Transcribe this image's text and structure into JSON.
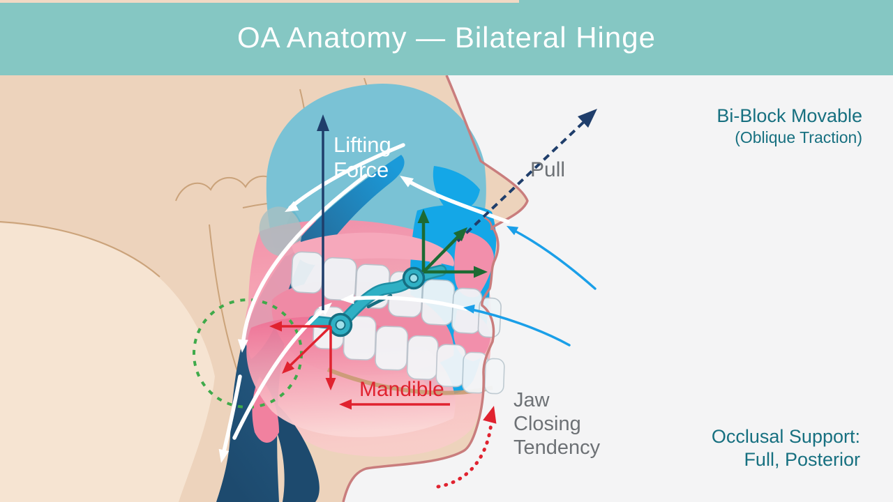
{
  "title": "OA Anatomy — Bilateral Hinge",
  "labels": {
    "lifting_force_line1": "Lifting",
    "lifting_force_line2": "Force",
    "pull": "Pull",
    "bi_block_line1": "Bi-Block Movable",
    "bi_block_line2": "(Oblique Traction)",
    "mandible": "Mandible",
    "jaw_closing_line1": "Jaw",
    "jaw_closing_line2": "Closing",
    "jaw_closing_line3": "Tendency",
    "occlusal_line1": "Occlusal Support:",
    "occlusal_line2": "Full, Posterior"
  },
  "colors": {
    "title_bar_bg": "#85c7c3",
    "title_text": "#ffffff",
    "teal_label": "#177080",
    "gray_label": "#6d7175",
    "red": "#e0222f",
    "dark_green": "#1d6a33",
    "navy": "#1f3e6b",
    "sky_blue": "#1a9fe8",
    "green_dashed": "#3faa4a",
    "white_arrow": "#ffffff"
  }
}
